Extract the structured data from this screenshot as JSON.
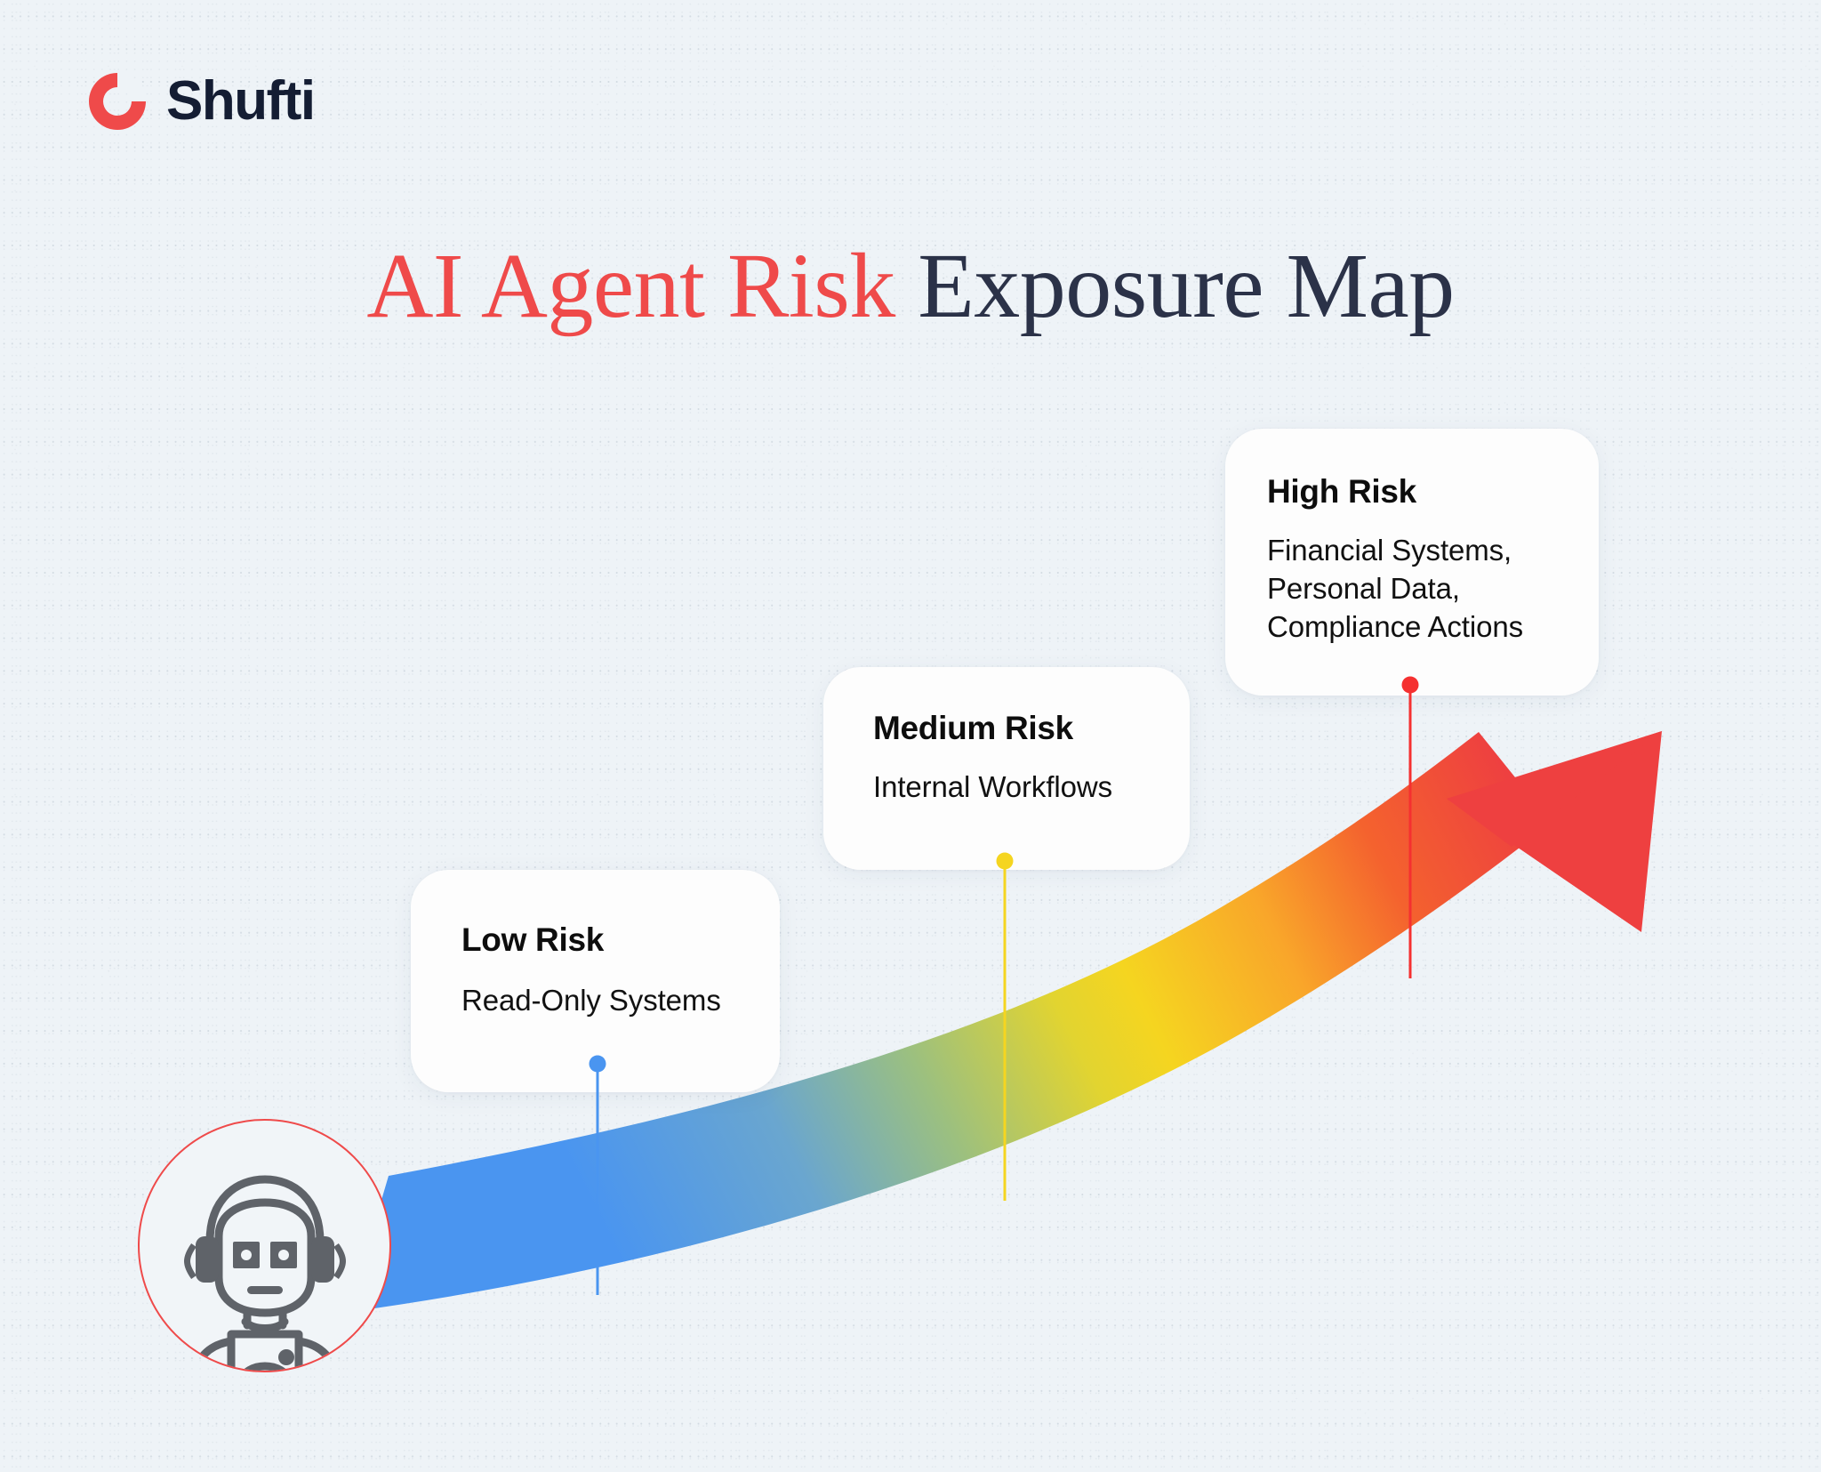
{
  "brand": {
    "name": "Shufti",
    "logo_icon": "shufti-ring-icon",
    "logo_color": "#ef4a4a",
    "wordmark_color": "#141d33"
  },
  "title": {
    "accent_text": "AI Agent Risk",
    "dark_text": " Exposure Map",
    "accent_color": "#ef4a4a",
    "dark_color": "#2b3248"
  },
  "background": {
    "color": "#eef3f7",
    "pattern": "dotted-grid"
  },
  "agent_badge": {
    "icon": "robot-headset-icon",
    "ring_color": "#ef4a4a",
    "icon_color": "#5f6369"
  },
  "risk_levels": [
    {
      "id": "low",
      "title": "Low Risk",
      "description": "Read-Only Systems",
      "marker_color": "#4a95f0"
    },
    {
      "id": "medium",
      "title": "Medium Risk",
      "description": "Internal Workflows",
      "marker_color": "#f5d520"
    },
    {
      "id": "high",
      "title": "High Risk",
      "description": "Financial Systems,\nPersonal Data,\nCompliance Actions",
      "marker_color": "#f53030"
    }
  ],
  "arrow": {
    "description": "rising gradient arrow from low to high risk",
    "gradient_stops": [
      "#4a95f0",
      "#5aa0e8",
      "#8dba9a",
      "#dbd23e",
      "#f5d520",
      "#f9a62a",
      "#f4622e",
      "#ef3b36"
    ],
    "head_color": "#ee4040"
  }
}
